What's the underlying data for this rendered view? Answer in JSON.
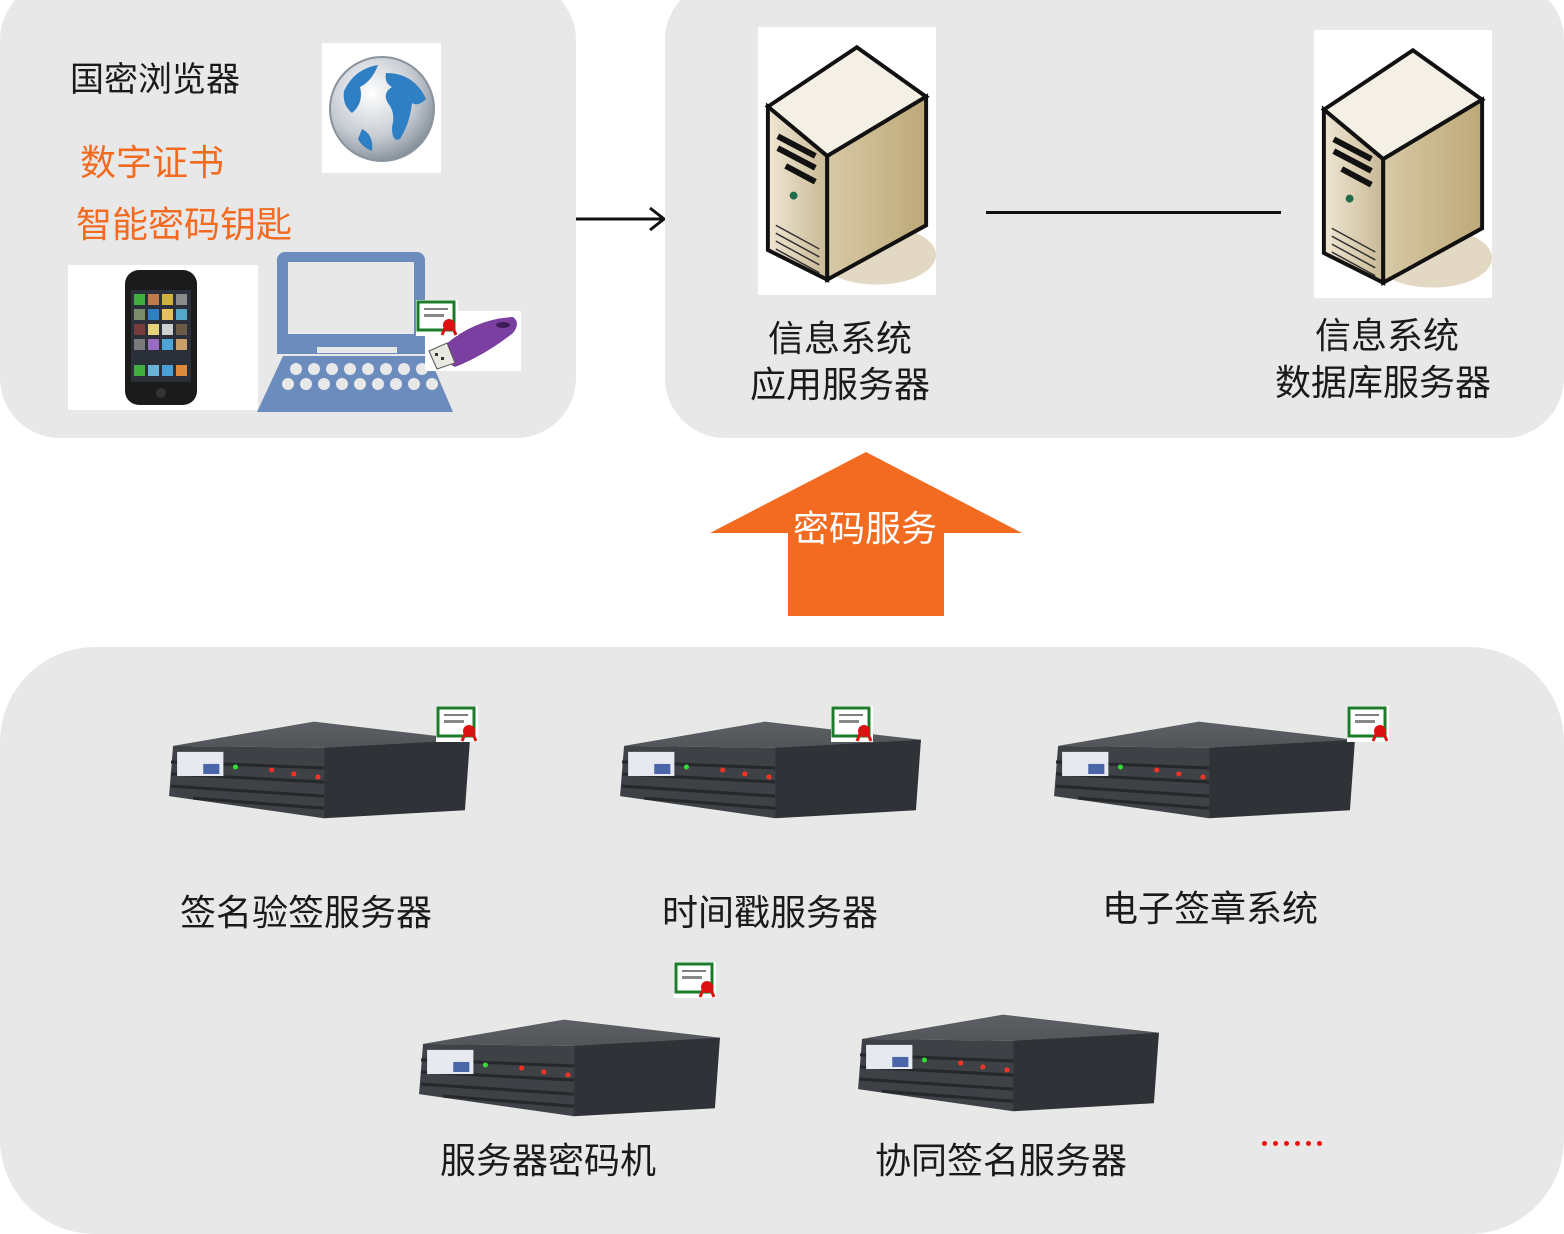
{
  "client": {
    "browser_label": "国密浏览器",
    "cert_label": "数字证书",
    "key_label": "智能密码钥匙",
    "icons": [
      "globe-icon",
      "smartphone-icon",
      "laptop-icon",
      "usb-key-icon",
      "certificate-icon"
    ]
  },
  "app_system": {
    "app_server": {
      "line1": "信息系统",
      "line2": "应用服务器",
      "icon": "tower-server-icon"
    },
    "db_server": {
      "line1": "信息系统",
      "line2": "数据库服务器",
      "icon": "tower-server-icon"
    }
  },
  "service_arrow": {
    "label": "密码服务",
    "color": "#f26b21"
  },
  "devices": [
    {
      "label": "签名验签服务器",
      "has_cert": true
    },
    {
      "label": "时间戳服务器",
      "has_cert": true
    },
    {
      "label": "电子签章系统",
      "has_cert": true
    },
    {
      "label": "服务器密码机",
      "has_cert": true
    },
    {
      "label": "协同签名服务器",
      "has_cert": false
    }
  ],
  "more_indicator": "......",
  "colors": {
    "panel": "#e8e8e8",
    "accent": "#f26b21",
    "laptop": "#6b8cbd",
    "usb_key": "#7a3fa0"
  }
}
